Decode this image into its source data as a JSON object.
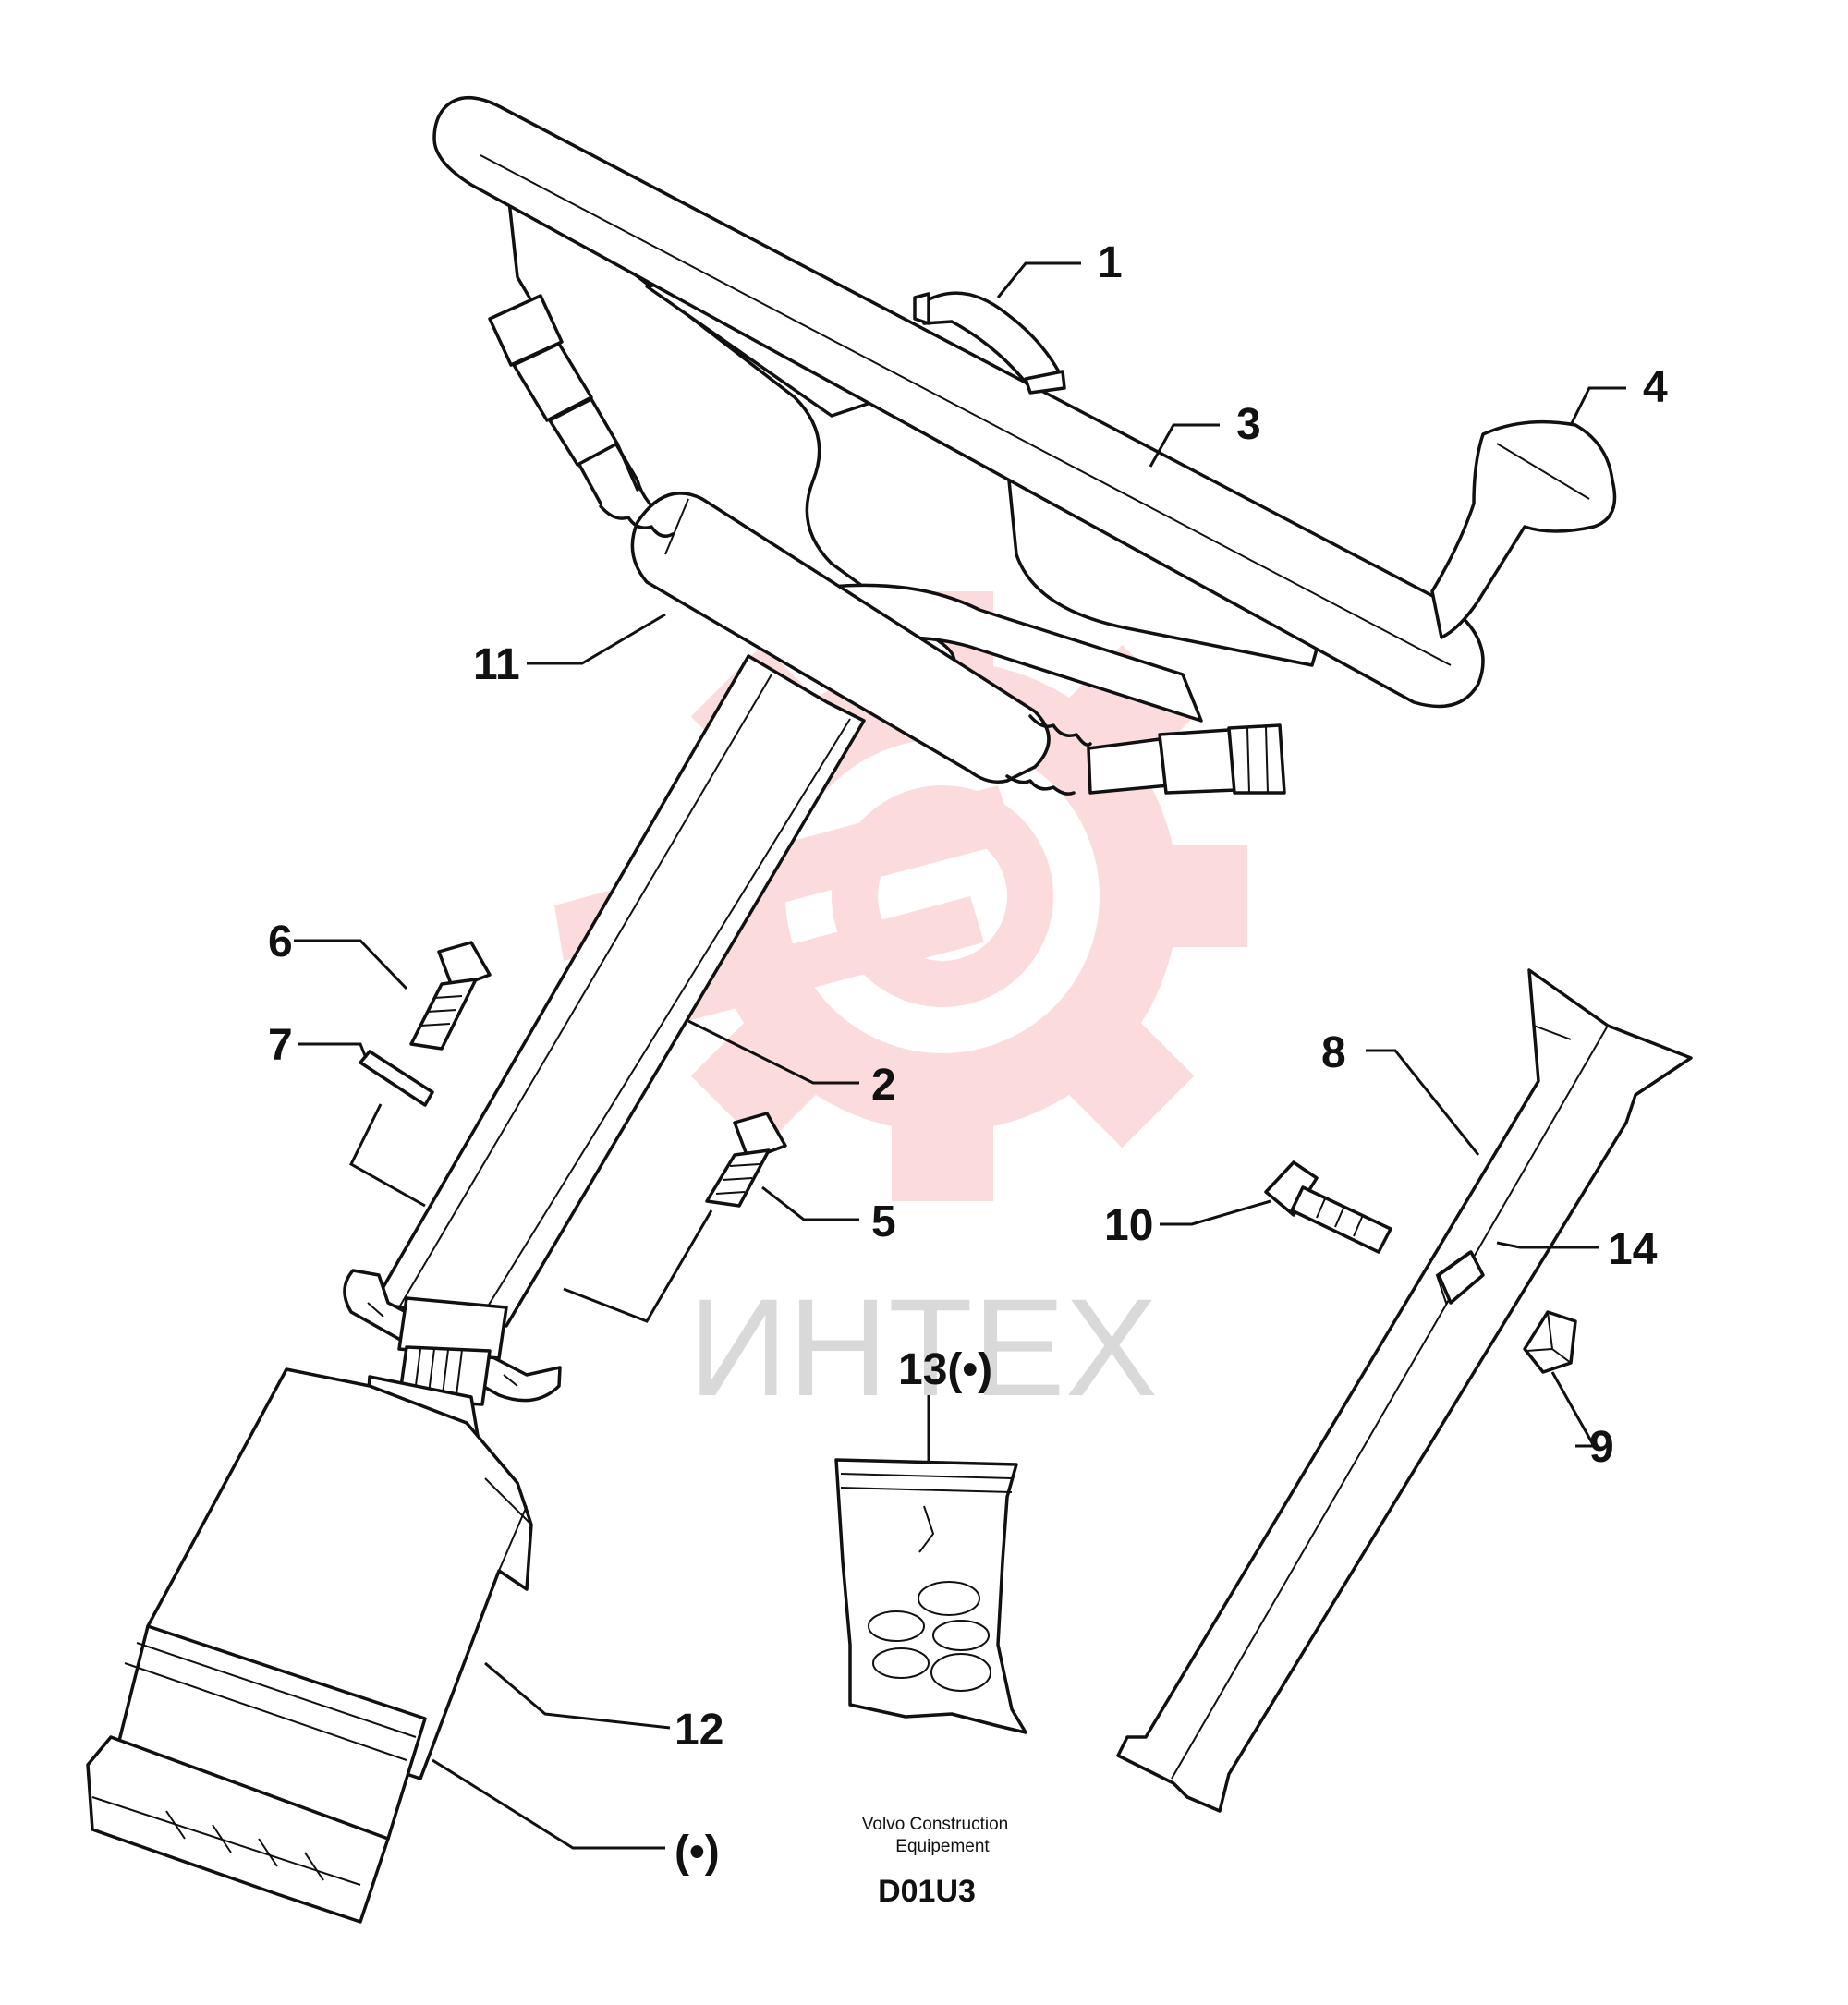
{
  "diagram": {
    "callouts": {
      "c1": "1",
      "c2": "2",
      "c3": "3",
      "c4": "4",
      "c5": "5",
      "c6": "6",
      "c7": "7",
      "c8": "8",
      "c9": "9",
      "c10": "10",
      "c11": "11",
      "c12": "12",
      "c13": "13(•)",
      "c14": "14",
      "dot": "(•)"
    },
    "caption_line1": "Volvo Construction",
    "caption_line2": "Equipement",
    "drawing_code": "D01U3"
  },
  "watermark": {
    "text": "ИНТЕХ",
    "color": "#e8292a"
  }
}
